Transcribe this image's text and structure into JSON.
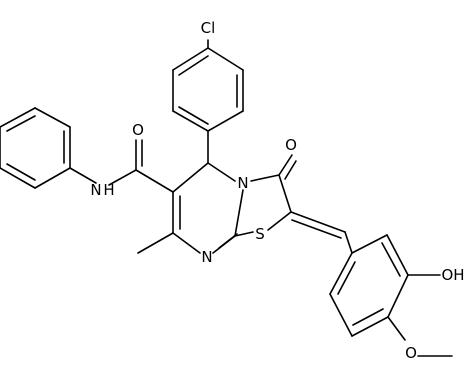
{
  "atom_labels": {
    "cl": "Cl",
    "o_amide": "O",
    "nh": "N",
    "nh_h": "H",
    "o_keto": "O",
    "n_ring": "N",
    "n_pyrimidine": "N",
    "s": "S",
    "oh": "OH",
    "o_methoxy": "O"
  }
}
